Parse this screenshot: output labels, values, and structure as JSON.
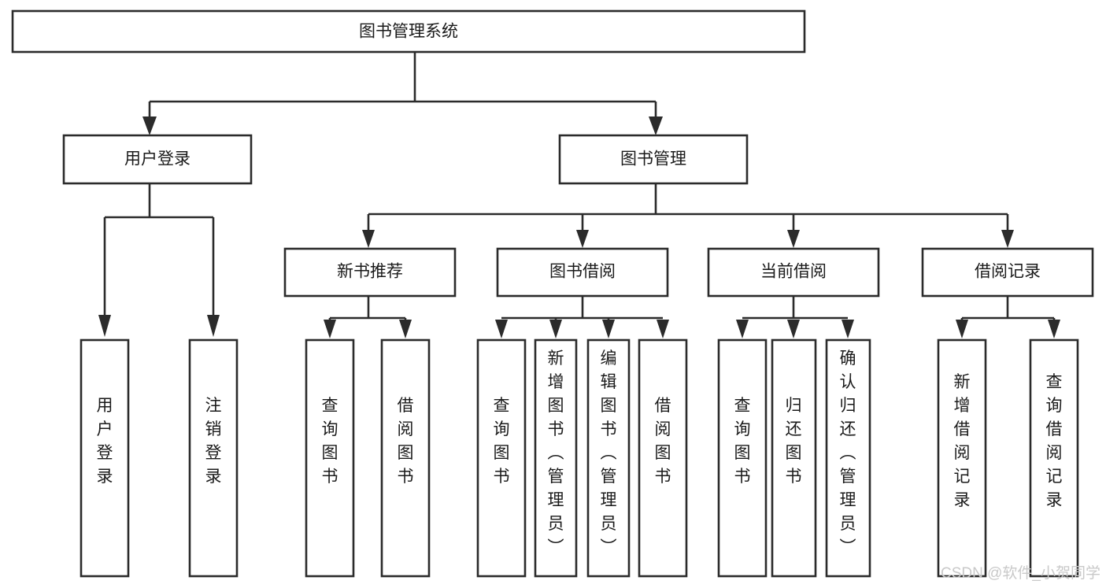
{
  "diagram": {
    "title": "图书管理系统",
    "type": "tree-hierarchy-chart",
    "orientation": "top-down",
    "colors": {
      "box_fill": "#ffffff",
      "box_stroke": "#2b2b2b",
      "text": "#1a1a1a",
      "background": "#ffffff",
      "watermark": "#c9c9c9"
    }
  },
  "nodes": {
    "root": {
      "label": "图书管理系统",
      "level": 1,
      "orientation": "horizontal"
    },
    "level2": [
      {
        "id": "user-login",
        "label": "用户登录",
        "orientation": "horizontal"
      },
      {
        "id": "book-management",
        "label": "图书管理",
        "orientation": "horizontal"
      }
    ],
    "level3": [
      {
        "id": "new-book-recommend",
        "label": "新书推荐",
        "orientation": "horizontal",
        "parent": "book-management"
      },
      {
        "id": "book-borrow",
        "label": "图书借阅",
        "orientation": "horizontal",
        "parent": "book-management"
      },
      {
        "id": "current-borrow",
        "label": "当前借阅",
        "orientation": "horizontal",
        "parent": "book-management"
      },
      {
        "id": "borrow-record",
        "label": "借阅记录",
        "orientation": "horizontal",
        "parent": "book-management"
      }
    ],
    "leaves": [
      {
        "id": "leaf-user-login",
        "label": "用户登录",
        "orientation": "vertical",
        "parent": "user-login"
      },
      {
        "id": "leaf-logout-login",
        "label": "注销登录",
        "orientation": "vertical",
        "parent": "user-login"
      },
      {
        "id": "leaf-query-book-1",
        "label": "查询图书",
        "orientation": "vertical",
        "parent": "new-book-recommend"
      },
      {
        "id": "leaf-borrow-book-1",
        "label": "借阅图书",
        "orientation": "vertical",
        "parent": "new-book-recommend"
      },
      {
        "id": "leaf-query-book-2",
        "label": "查询图书",
        "orientation": "vertical",
        "parent": "book-borrow"
      },
      {
        "id": "leaf-add-book-admin",
        "label": "新增图书（管理员）",
        "orientation": "vertical",
        "parent": "book-borrow"
      },
      {
        "id": "leaf-edit-book-admin",
        "label": "编辑图书（管理员）",
        "orientation": "vertical",
        "parent": "book-borrow"
      },
      {
        "id": "leaf-borrow-book-2",
        "label": "借阅图书",
        "orientation": "vertical",
        "parent": "book-borrow"
      },
      {
        "id": "leaf-query-book-3",
        "label": "查询图书",
        "orientation": "vertical",
        "parent": "current-borrow"
      },
      {
        "id": "leaf-return-book",
        "label": "归还图书",
        "orientation": "vertical",
        "parent": "current-borrow"
      },
      {
        "id": "leaf-confirm-return-admin",
        "label": "确认归还（管理员）",
        "orientation": "vertical",
        "parent": "current-borrow"
      },
      {
        "id": "leaf-add-borrow-record",
        "label": "新增借阅记录",
        "orientation": "vertical",
        "parent": "borrow-record"
      },
      {
        "id": "leaf-query-borrow-record",
        "label": "查询借阅记录",
        "orientation": "vertical",
        "parent": "borrow-record"
      }
    ]
  },
  "watermark": {
    "text": "CSDN @软件_小贺同学"
  }
}
